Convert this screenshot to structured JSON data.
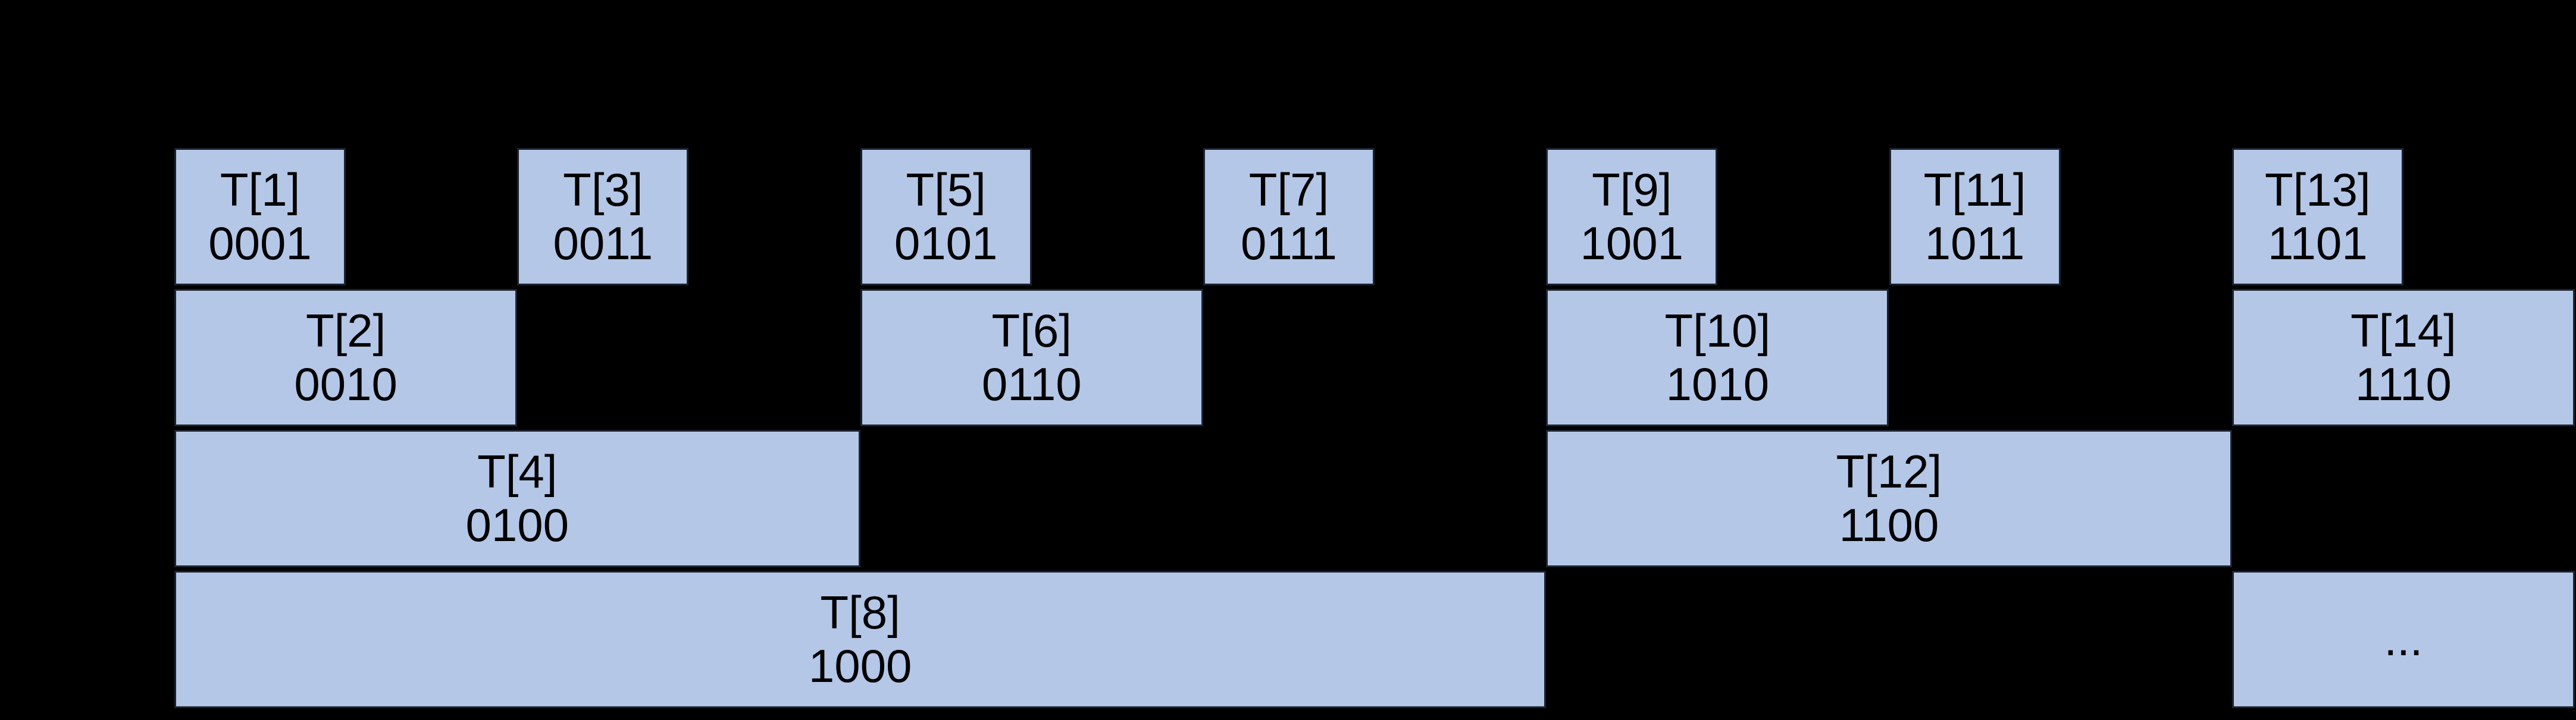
{
  "colors": {
    "background": "#000000",
    "cell_fill": "#b4c7e7",
    "cell_border": "#1c2330",
    "cell_text": "#000000"
  },
  "diagram": {
    "kind": "fenwick-tree-coverage",
    "rows": 4,
    "columns": 14
  },
  "cells": [
    {
      "id": "T1",
      "row": 1,
      "col": 1,
      "span": 1,
      "label": "T[1]",
      "binary": "0001"
    },
    {
      "id": "T3",
      "row": 1,
      "col": 3,
      "span": 1,
      "label": "T[3]",
      "binary": "0011"
    },
    {
      "id": "T5",
      "row": 1,
      "col": 5,
      "span": 1,
      "label": "T[5]",
      "binary": "0101"
    },
    {
      "id": "T7",
      "row": 1,
      "col": 7,
      "span": 1,
      "label": "T[7]",
      "binary": "0111"
    },
    {
      "id": "T9",
      "row": 1,
      "col": 9,
      "span": 1,
      "label": "T[9]",
      "binary": "1001"
    },
    {
      "id": "T11",
      "row": 1,
      "col": 11,
      "span": 1,
      "label": "T[11]",
      "binary": "1011"
    },
    {
      "id": "T13",
      "row": 1,
      "col": 13,
      "span": 1,
      "label": "T[13]",
      "binary": "1101"
    },
    {
      "id": "T2",
      "row": 2,
      "col": 1,
      "span": 2,
      "label": "T[2]",
      "binary": "0010"
    },
    {
      "id": "T6",
      "row": 2,
      "col": 5,
      "span": 2,
      "label": "T[6]",
      "binary": "0110"
    },
    {
      "id": "T10",
      "row": 2,
      "col": 9,
      "span": 2,
      "label": "T[10]",
      "binary": "1010"
    },
    {
      "id": "T14",
      "row": 2,
      "col": 13,
      "span": 2,
      "label": "T[14]",
      "binary": "1110"
    },
    {
      "id": "T4",
      "row": 3,
      "col": 1,
      "span": 4,
      "label": "T[4]",
      "binary": "0100"
    },
    {
      "id": "T12",
      "row": 3,
      "col": 9,
      "span": 4,
      "label": "T[12]",
      "binary": "1100"
    },
    {
      "id": "T8",
      "row": 4,
      "col": 1,
      "span": 8,
      "label": "T[8]",
      "binary": "1000"
    },
    {
      "id": "ellipsis",
      "row": 4,
      "col": 13,
      "span": 2,
      "label": "...",
      "binary": null
    }
  ]
}
